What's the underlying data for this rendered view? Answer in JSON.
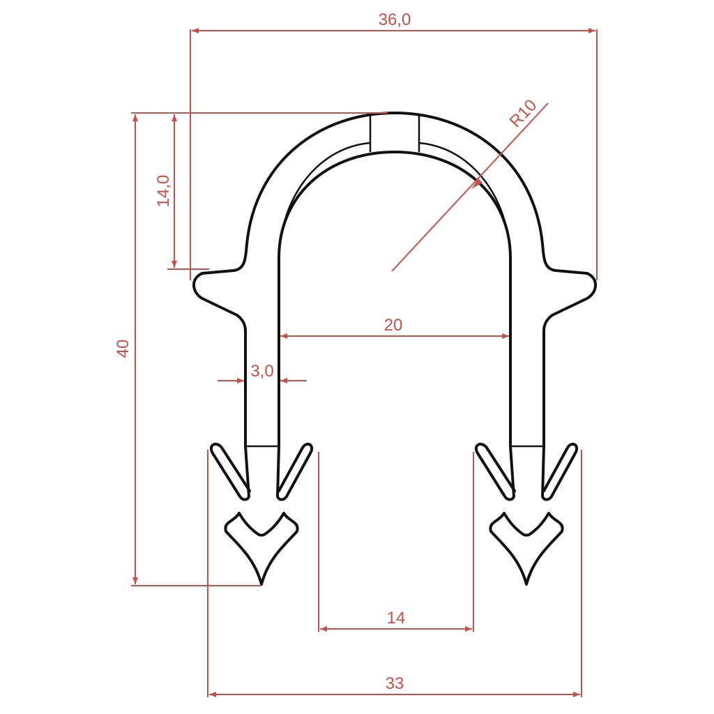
{
  "drawing": {
    "dimensions": {
      "overall_width": "36,0",
      "arch_height": "14,0",
      "overall_height": "40",
      "arch_radius": "R10",
      "inner_width": "20",
      "wall_thickness": "3,0",
      "gap_between_barbs": "14",
      "barb_span": "33"
    },
    "colors": {
      "dimension": "#c8504a",
      "outline": "#111111"
    }
  }
}
